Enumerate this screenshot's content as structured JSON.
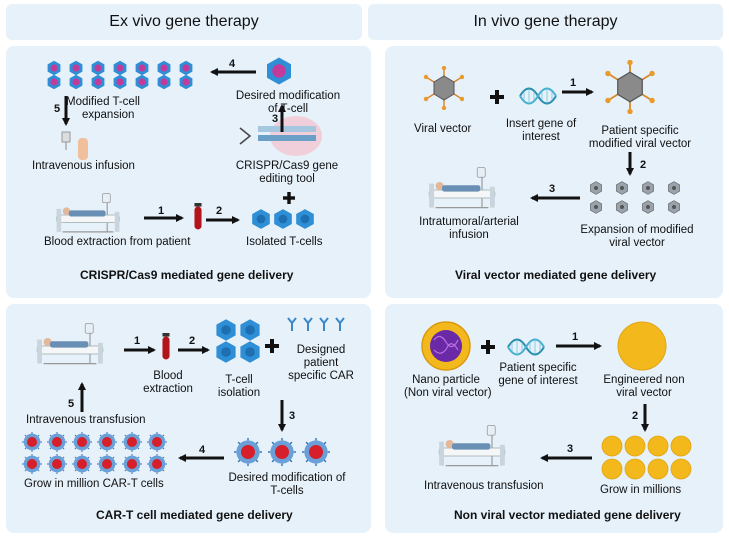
{
  "headers": {
    "ex_vivo": "Ex vivo gene therapy",
    "in_vivo": "In vivo gene therapy"
  },
  "crispr": {
    "caption": "CRISPR/Cas9 mediated gene delivery",
    "modified_expansion": [
      "Modified T-cell",
      "expansion"
    ],
    "intravenous_infusion": "Intravenous infusion",
    "desired_modification": [
      "Desired modification",
      "of T-cell"
    ],
    "crispr_tool": [
      "CRISPR/Cas9 gene",
      "editing tool"
    ],
    "blood_extraction": "Blood extraction from patient",
    "isolated": "Isolated T-cells",
    "steps": [
      "1",
      "2",
      "3",
      "4",
      "5"
    ]
  },
  "viral": {
    "caption": "Viral vector mediated gene delivery",
    "viral_vector": "Viral vector",
    "insert_gene": [
      "Insert gene of",
      "interest"
    ],
    "patient_specific": [
      "Patient specific",
      "modified viral vector"
    ],
    "expansion": [
      "Expansion of modified",
      "viral vector"
    ],
    "infusion": [
      "Intratumoral/arterial",
      "infusion"
    ],
    "steps": [
      "1",
      "2",
      "3"
    ]
  },
  "cart": {
    "caption": "CAR-T cell mediated gene delivery",
    "blood_extraction": [
      "Blood",
      "extraction"
    ],
    "isolation": [
      "T-cell",
      "isolation"
    ],
    "designed_car": [
      "Designed",
      "patient",
      "specific CAR"
    ],
    "intravenous": "Intravenous transfusion",
    "grow": "Grow in million CAR-T cells",
    "desired": [
      "Desired modification of",
      "T-cells"
    ],
    "steps": [
      "1",
      "2",
      "3",
      "4",
      "5"
    ]
  },
  "nonviral": {
    "caption": "Non viral vector mediated gene delivery",
    "nano": [
      "Nano particle",
      "(Non viral vector)"
    ],
    "patient_gene": [
      "Patient specific",
      "gene of interest"
    ],
    "engineered": [
      "Engineered non",
      "viral vector"
    ],
    "grow": "Grow in millions",
    "transfusion": "Intravenous transfusion",
    "steps": [
      "1",
      "2",
      "3"
    ]
  },
  "colors": {
    "panel_bg": "#e6f1fa",
    "tcell_blue": "#2f8fd6",
    "tcell_pink": "#c23a9a",
    "car_red": "#d61f2a",
    "gold": "#f3b81c",
    "arrow": "#111111",
    "blood_tube": "#b3141b"
  }
}
